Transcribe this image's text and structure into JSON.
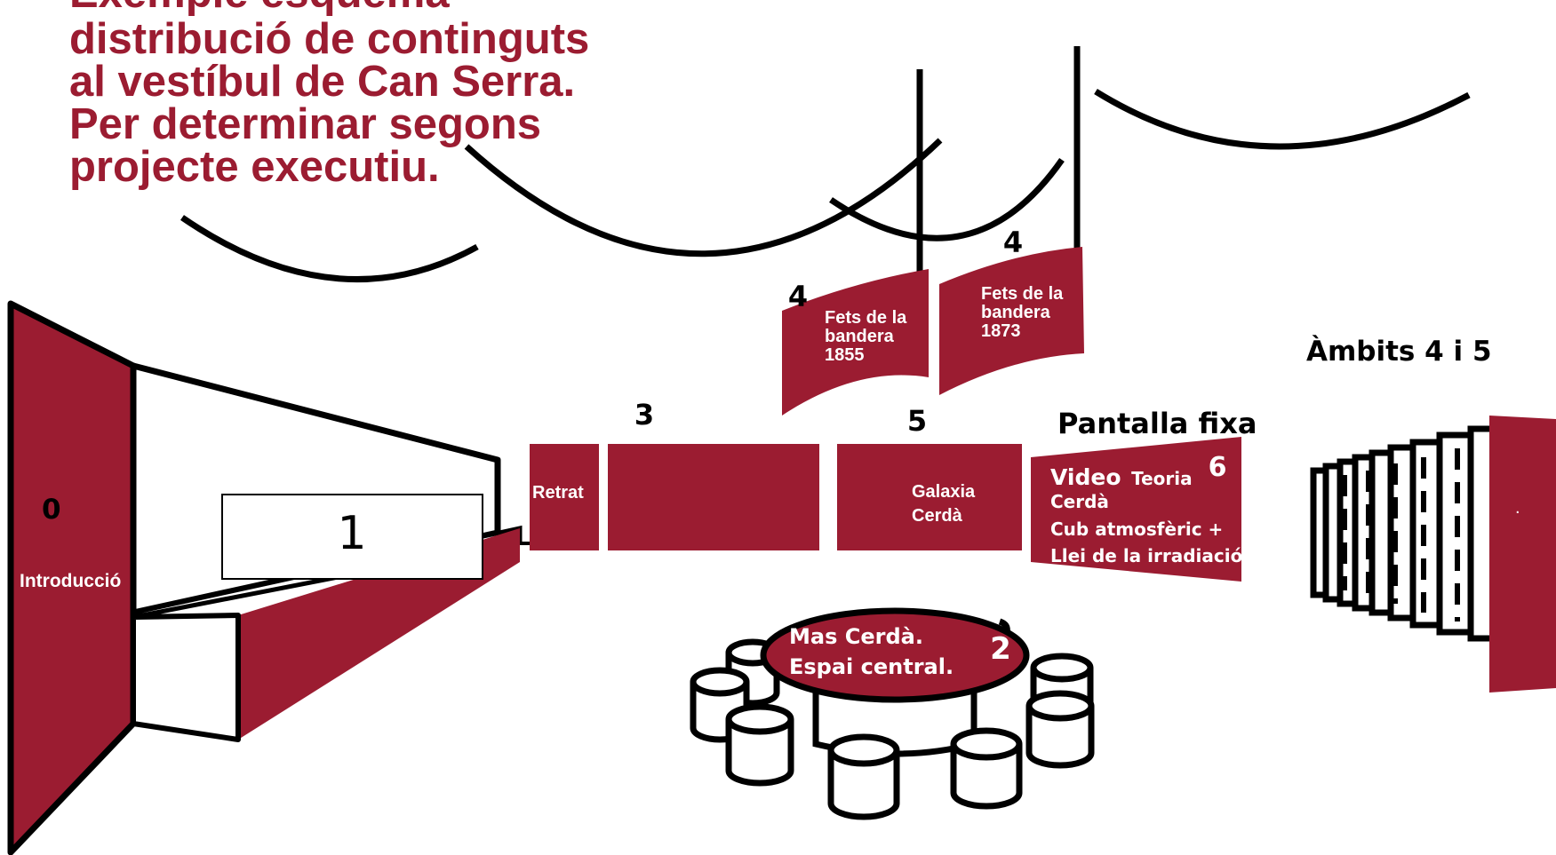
{
  "title": [
    "Exemple esquema",
    "distribució de continguts",
    "al vestíbul de Can Serra.",
    "Per determinar segons",
    "projecte executiu."
  ],
  "zones": {
    "intro": {
      "number": "0",
      "label": "Introducció"
    },
    "vitrine": {
      "number": "1"
    },
    "retrat": {
      "label": "Retrat"
    },
    "panel3": {
      "number": "3"
    },
    "galaxia": {
      "number": "5",
      "label": [
        "Galaxia",
        "Cerdà"
      ]
    },
    "flag1855": {
      "number": "4",
      "label": [
        "Fets de la",
        "bandera",
        "1855"
      ]
    },
    "flag1873": {
      "number": "4",
      "label": [
        "Fets de la",
        "bandera",
        "1873"
      ]
    },
    "pantalla": {
      "heading": "Pantalla fixa",
      "number": "6",
      "video": "Video",
      "line1_rest": "Teoria",
      "line2": "Cerdà",
      "line3": "Cub atmosfèric +",
      "line4": "Llei de la irradiació"
    },
    "table": {
      "label": [
        "Mas Cerdà.",
        "Espai central."
      ],
      "number": "2"
    },
    "ambits": {
      "heading": "Àmbits 4 i 5",
      "panel_text": "."
    }
  },
  "colors": {
    "accent": "#9b1c31",
    "line": "#000000",
    "background": "#ffffff",
    "text_on_accent": "#ffffff"
  }
}
